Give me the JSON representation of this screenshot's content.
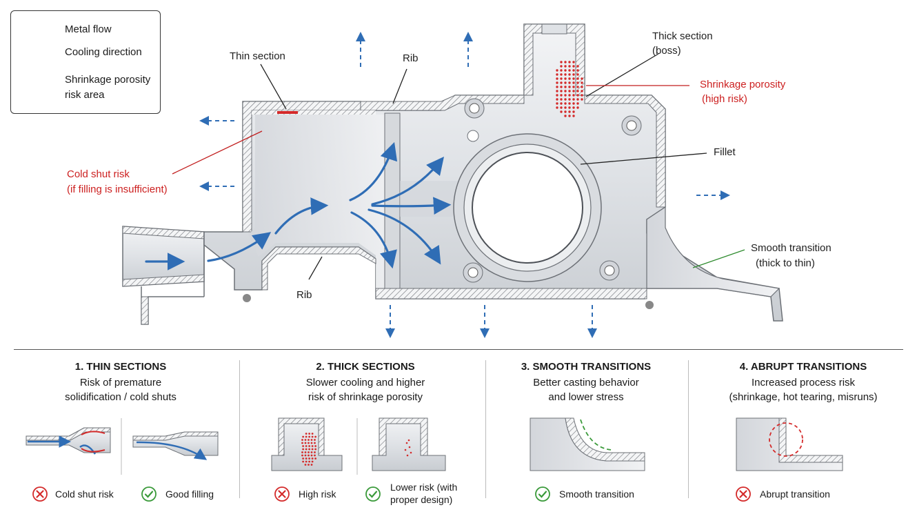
{
  "legend": {
    "metal_flow": "Metal flow",
    "cooling_direction": "Cooling direction",
    "shrinkage_line1": "Shrinkage porosity",
    "shrinkage_line2": "risk area"
  },
  "callouts": {
    "thin_section": "Thin section",
    "rib_top": "Rib",
    "rib_bottom": "Rib",
    "thick_section_line1": "Thick section",
    "thick_section_line2": "(boss)",
    "shrinkage_line1": "Shrinkage porosity",
    "shrinkage_line2": "(high risk)",
    "cold_shut_line1": "Cold shut risk",
    "cold_shut_line2": "(if filling is insufficient)",
    "fillet": "Fillet",
    "smooth_line1": "Smooth transition",
    "smooth_line2": "(thick to thin)"
  },
  "colors": {
    "flow_blue": "#2f6db5",
    "risk_red": "#d42a2a",
    "good_green": "#3a9a3a",
    "metal_light": "#e9ebee",
    "metal_dark": "#8a8e94"
  },
  "panels": [
    {
      "title": "1. THIN SECTIONS",
      "sub_line1": "Risk of premature",
      "sub_line2": "solidification / cold shuts",
      "status": [
        {
          "icon": "x-circle-icon",
          "line1": "Cold shut risk",
          "line2": ""
        },
        {
          "icon": "check-circle-icon",
          "line1": "Good filling",
          "line2": ""
        }
      ]
    },
    {
      "title": "2. THICK SECTIONS",
      "sub_line1": "Slower cooling and higher",
      "sub_line2": "risk of shrinkage porosity",
      "status": [
        {
          "icon": "x-circle-icon",
          "line1": "High risk",
          "line2": ""
        },
        {
          "icon": "check-circle-icon",
          "line1": "Lower risk (with",
          "line2": "proper design)"
        }
      ]
    },
    {
      "title": "3. SMOOTH TRANSITIONS",
      "sub_line1": "Better casting behavior",
      "sub_line2": "and lower stress",
      "status": [
        {
          "icon": "check-circle-icon",
          "line1": "Smooth transition",
          "line2": ""
        }
      ]
    },
    {
      "title": "4. ABRUPT TRANSITIONS",
      "sub_line1": "Increased process risk",
      "sub_line2": "(shrinkage, hot tearing, misruns)",
      "status": [
        {
          "icon": "x-circle-icon",
          "line1": "Abrupt transition",
          "line2": ""
        }
      ]
    }
  ]
}
